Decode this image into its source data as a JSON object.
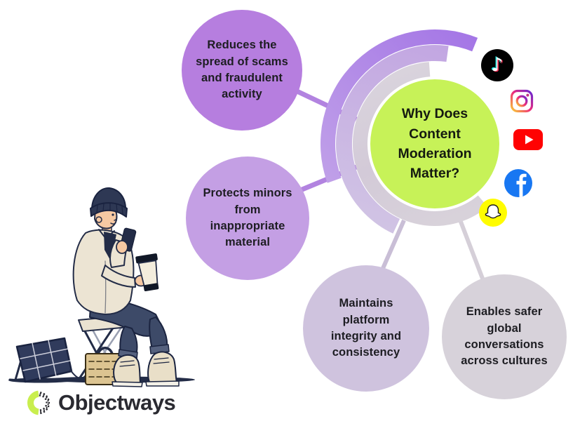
{
  "page": {
    "background": "#ffffff"
  },
  "center": {
    "title": "Why Does\nContent\nModeration\nMatter?",
    "color": "#c7f258",
    "text_color": "#151a10"
  },
  "bubbles": [
    {
      "name": "reduces-scams-bubble",
      "text": "Reduces the\nspread of scams\nand fraudulent\nactivity",
      "color": "#b67edf"
    },
    {
      "name": "protects-minors-bubble",
      "text": "Protects minors\nfrom\ninappropriate\nmaterial",
      "color": "#c49fe4"
    },
    {
      "name": "platform-integrity-bubble",
      "text": "Maintains\nplatform\nintegrity and\nconsistency",
      "color": "#cfc3de"
    },
    {
      "name": "safer-conversations-bubble",
      "text": "Enables safer\nglobal\nconversations\nacross cultures",
      "color": "#d7d2da"
    }
  ],
  "social_icons": [
    {
      "name": "tiktok-icon",
      "glyph": "♪",
      "color": "#010101"
    },
    {
      "name": "instagram-icon",
      "color": "#ee2a7b"
    },
    {
      "name": "youtube-icon",
      "color": "#ff0202"
    },
    {
      "name": "facebook-icon",
      "color": "#1877f2"
    },
    {
      "name": "snapchat-icon",
      "color": "#fffc00"
    }
  ],
  "swirl": {
    "outer_color": "#a97ae4",
    "middle_color": "#c6afe2",
    "inner_color": "#d7d0da"
  },
  "illustration": {
    "name": "person-on-chair-using-phone-with-solar-panel"
  },
  "logo": {
    "text": "Objectways",
    "accent_color": "#c9ee4e",
    "text_color": "#2a2a31"
  }
}
